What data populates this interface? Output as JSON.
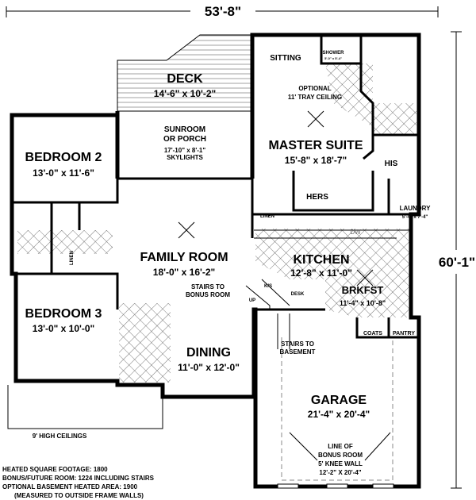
{
  "dimensions": {
    "width": "53'-8\"",
    "depth": "60'-1\""
  },
  "rooms": {
    "deck": {
      "name": "DECK",
      "size": "14'-6\" x 10'-2\""
    },
    "sunroom": {
      "name1": "SUNROOM",
      "name2": "OR PORCH",
      "size": "17'-10\" x 8'-1\"",
      "note": "SKYLIGHTS"
    },
    "bedroom2": {
      "name": "BEDROOM 2",
      "size": "13'-0\" x 11'-6\""
    },
    "sitting": {
      "name": "SITTING"
    },
    "shower": {
      "name": "SHOWER",
      "size": "5'-0\" x 5'-4\""
    },
    "tray": {
      "line1": "OPTIONAL",
      "line2": "11' TRAY CEILING"
    },
    "master": {
      "name": "MASTER SUITE",
      "size": "15'-8\" x 18'-7\""
    },
    "his": {
      "name": "HIS"
    },
    "hers": {
      "name": "HERS"
    },
    "linen1": {
      "name": "LINEN"
    },
    "linen2": {
      "name": "LINEN"
    },
    "laundry": {
      "name": "LAUNDRY",
      "size": "5'-4\" x 7'-4\""
    },
    "dw": {
      "name": "DW"
    },
    "kitchen": {
      "name": "KITCHEN",
      "size": "12'-8\" x 11'-0\""
    },
    "family": {
      "name": "FAMILY ROOM",
      "size": "18'-0\" x 16'-2\""
    },
    "stairs_bonus": {
      "line1": "STAIRS TO",
      "line2": "BONUS ROOM"
    },
    "up": {
      "name": "UP"
    },
    "ks": {
      "name": "K/S"
    },
    "desk": {
      "name": "DESK"
    },
    "brkfst": {
      "name": "BRKFST",
      "size": "11'-4\" x 10'-8\""
    },
    "coats": {
      "name": "COATS"
    },
    "pantry": {
      "name": "PANTRY"
    },
    "bedroom3": {
      "name": "BEDROOM 3",
      "size": "13'-0\" x 10'-0\""
    },
    "dining": {
      "name": "DINING",
      "size": "11'-0\" x 12'-0\""
    },
    "stairs_basement": {
      "line1": "STAIRS TO",
      "line2": "BASEMENT"
    },
    "garage": {
      "name": "GARAGE",
      "size": "21'-4\" x 20'-4\""
    },
    "bonus_line": {
      "line1": "LINE OF",
      "line2": "BONUS ROOM",
      "line3": "5' KNEE WALL",
      "line4": "12'-2\" X 20'-4\""
    }
  },
  "ceilings_note": "9' HIGH CEILINGS",
  "notes": [
    "HEATED SQUARE FOOTAGE: 1800",
    "BONUS/FUTURE ROOM: 1224 INCLUDING STAIRS",
    "OPTIONAL BASEMENT HEATED AREA: 1900",
    "(MEASURED TO OUTSIDE FRAME WALLS)"
  ]
}
